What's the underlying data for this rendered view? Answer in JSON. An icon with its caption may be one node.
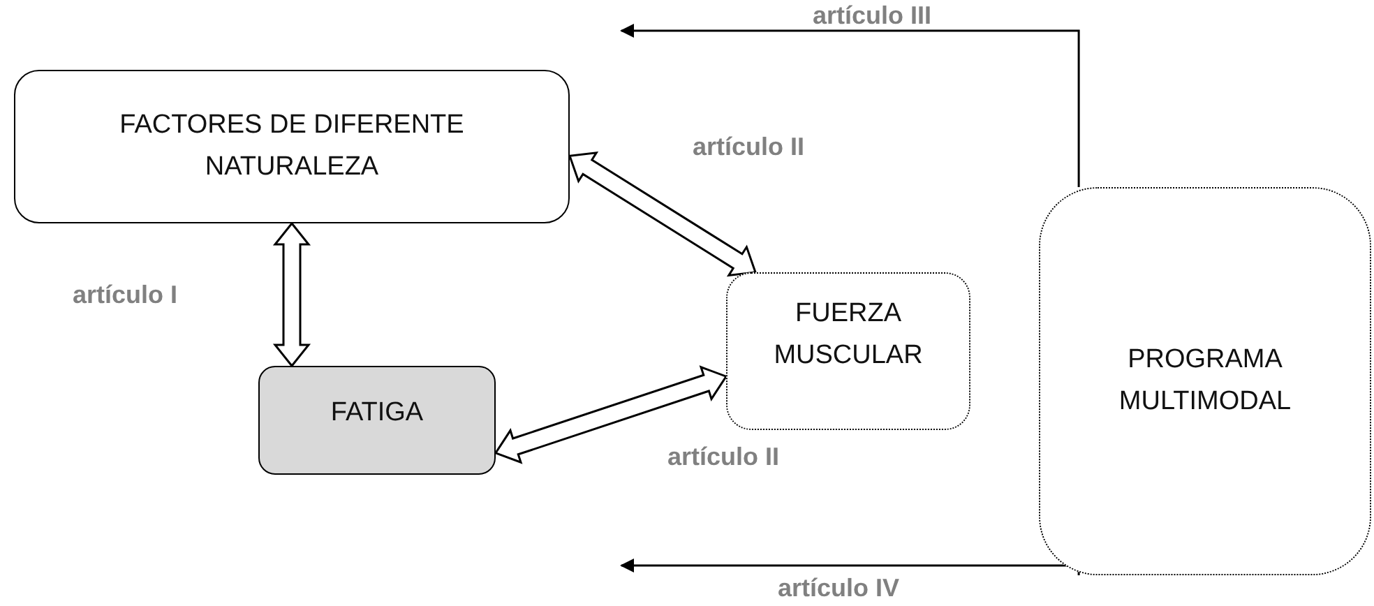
{
  "diagram": {
    "nodes": [
      {
        "text": [
          "FACTORES DE DIFERENTE NATURALEZA"
        ]
      },
      {
        "text": [
          "FATIGA"
        ]
      },
      {
        "text": [
          "FUERZA MUSCULAR"
        ]
      },
      {
        "text": [
          "PROGRAMA MULTIMODAL"
        ]
      }
    ],
    "edges": [
      {
        "from": 0,
        "to": 1,
        "arrow": "both",
        "label": "artículo I"
      },
      {
        "from": 0,
        "to": 2,
        "arrow": "both",
        "label": "artículo II"
      },
      {
        "from": 1,
        "to": 2,
        "arrow": "both",
        "label": "artículo II"
      },
      {
        "from": 3,
        "to": null,
        "arrow": "to",
        "label": "artículo III"
      },
      {
        "from": 3,
        "to": null,
        "arrow": "to",
        "label": "artículo IV"
      }
    ]
  }
}
